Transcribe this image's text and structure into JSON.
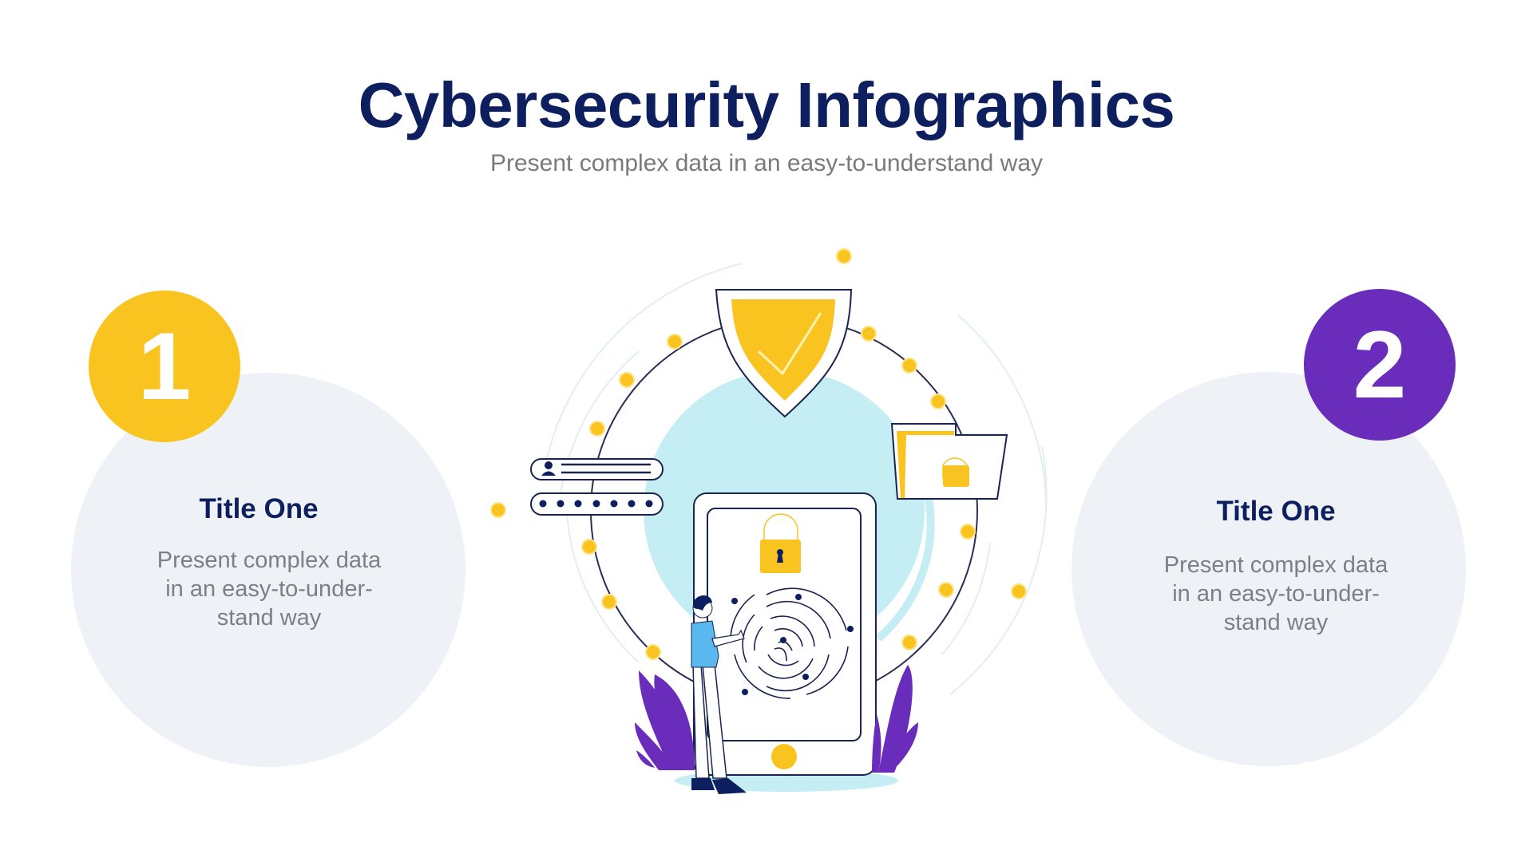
{
  "header": {
    "title": "Cybersecurity Infographics",
    "subtitle": "Present complex data in an easy-to-understand way"
  },
  "cards": [
    {
      "number": "1",
      "badge_color": "#f9c320",
      "title": "Title One",
      "body_lines": [
        "Present complex data",
        "in an easy-to-under-",
        "stand way"
      ]
    },
    {
      "number": "2",
      "badge_color": "#6a2dbb",
      "title": "Title One",
      "body_lines": [
        "Present complex data",
        "in an easy-to-under-",
        "stand way"
      ]
    }
  ],
  "illustration": {
    "elements": [
      "shield-check-icon",
      "folder-lock-icon",
      "username-field",
      "password-field",
      "phone-padlock-icon",
      "fingerprint-icon",
      "person",
      "plants"
    ],
    "password_mask_dots": 7
  },
  "colors": {
    "title": "#0d1f5e",
    "subtitle": "#7a7a7a",
    "card_background": "#eef2f6",
    "accent_yellow": "#f9c320",
    "accent_purple": "#6a2dbb",
    "accent_cyan": "#c4eef4",
    "outline_navy": "#1b2350"
  }
}
